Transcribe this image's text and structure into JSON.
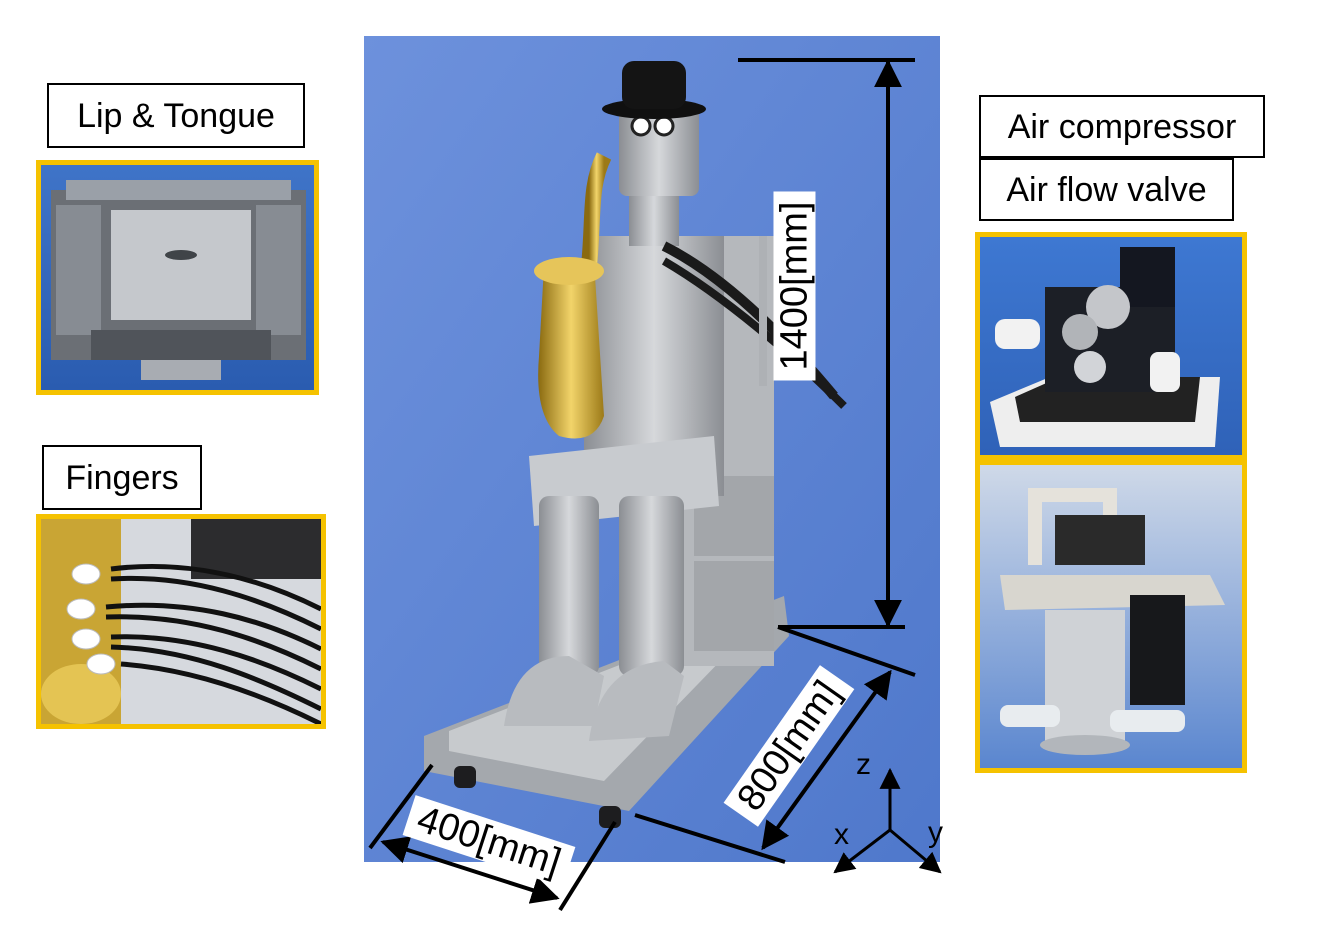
{
  "labels": {
    "lip_tongue": "Lip & Tongue",
    "fingers": "Fingers",
    "air_compressor": "Air compressor",
    "air_flow_valve": "Air flow valve"
  },
  "dimensions": {
    "height": "1400[mm]",
    "depth": "800[mm]",
    "width": "400[mm]"
  },
  "axes": {
    "z": "z",
    "x": "x",
    "y": "y"
  },
  "colors": {
    "photo_frame": "#f5c200",
    "main_background": "#5f86d6",
    "robot_metal": "#b9bcc1"
  }
}
